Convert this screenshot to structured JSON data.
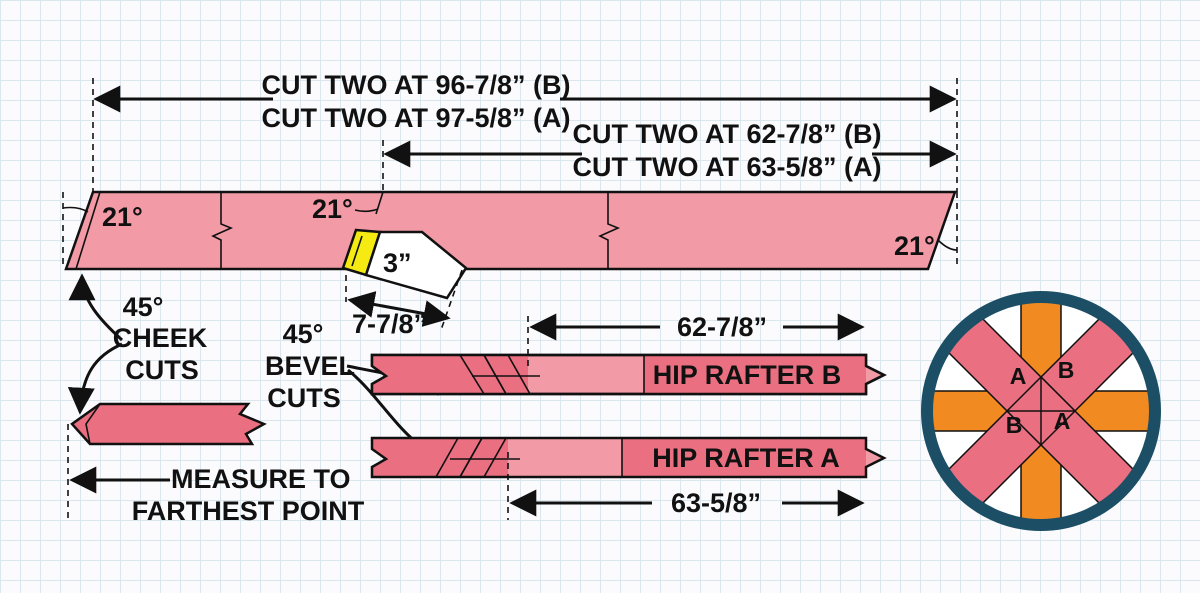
{
  "top_dimension": {
    "line1": "CUT TWO AT 96-7/8” (B)",
    "line2": "CUT TWO AT 97-5/8” (A)"
  },
  "second_dimension": {
    "line1": "CUT TWO AT 62-7/8” (B)",
    "line2": "CUT TWO AT 63-5/8” (A)"
  },
  "angles": {
    "left": "21°",
    "middle": "21°",
    "right": "21°"
  },
  "offset_label": "3”",
  "offset_dimension": "7-7/8”",
  "cheek_cuts": [
    "45°",
    "CHEEK",
    "CUTS"
  ],
  "bevel_cuts": [
    "45°",
    "BEVEL",
    "CUTS"
  ],
  "measure_note": [
    "MEASURE TO",
    "FARTHEST POINT"
  ],
  "hip_rafter_b": {
    "label": "HIP RAFTER B",
    "dimension": "62-7/8”"
  },
  "hip_rafter_a": {
    "label": "HIP RAFTER A",
    "dimension": "63-5/8”"
  },
  "plan_view": {
    "labels": [
      "A",
      "B",
      "B",
      "A"
    ]
  },
  "colors": {
    "board_pink": "#f29aa6",
    "board_dark_pink": "#ea6f80",
    "bevel_yellow": "#f5ea12",
    "rafter_orange": "#f18a21",
    "ring_teal": "#1c4f66"
  }
}
